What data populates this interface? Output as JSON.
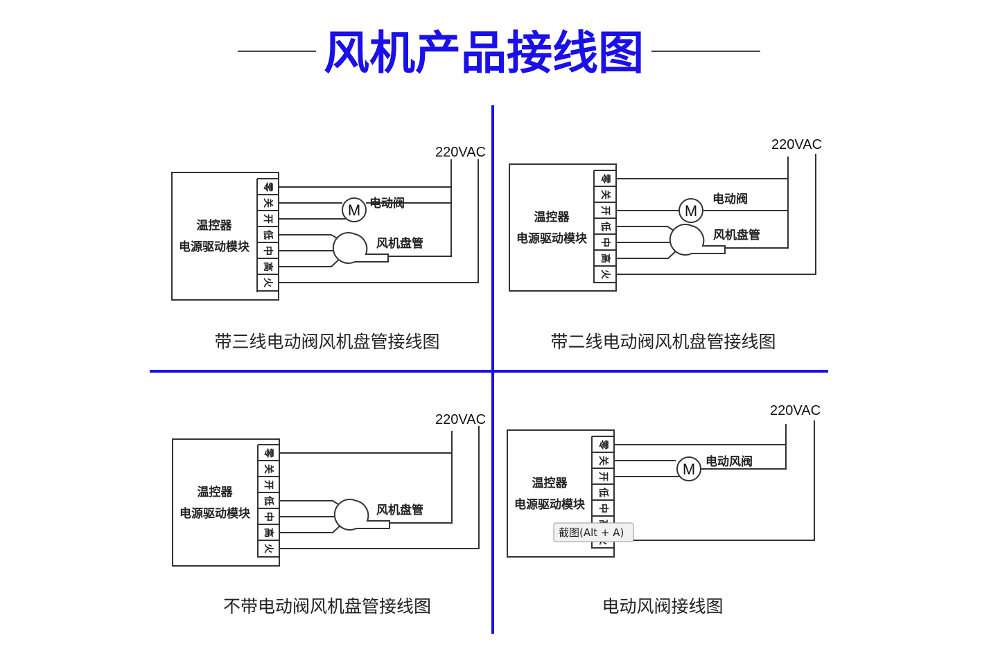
{
  "title": "风机产品接线图",
  "colors": {
    "title": "#1a10e8",
    "divider": "#1a10e8",
    "line": "#333333"
  },
  "panels": [
    {
      "id": "p1",
      "caption": "带三线电动阀风机盘管接线图",
      "voltage": "220VAC",
      "box_label_1": "温控器",
      "box_label_2": "电源驱动模块",
      "terminals": [
        "零",
        "关",
        "开",
        "低",
        "中",
        "高",
        "火"
      ],
      "motor_symbol": "M",
      "motor_label": "电动阀",
      "fan_label": "风机盘管"
    },
    {
      "id": "p2",
      "caption": "带二线电动阀风机盘管接线图",
      "voltage": "220VAC",
      "box_label_1": "温控器",
      "box_label_2": "电源驱动模块",
      "terminals": [
        "零",
        "关",
        "开",
        "低",
        "中",
        "高",
        "火"
      ],
      "motor_symbol": "M",
      "motor_label": "电动阀",
      "fan_label": "风机盘管"
    },
    {
      "id": "p3",
      "caption": "不带电动阀风机盘管接线图",
      "voltage": "220VAC",
      "box_label_1": "温控器",
      "box_label_2": "电源驱动模块",
      "terminals": [
        "零",
        "关",
        "开",
        "低",
        "中",
        "高",
        "火"
      ],
      "fan_label": "风机盘管"
    },
    {
      "id": "p4",
      "caption": "电动风阀接线图",
      "voltage": "220VAC",
      "box_label_1": "温控器",
      "box_label_2": "电源驱动模块",
      "terminals": [
        "零",
        "关",
        "开",
        "低",
        "中",
        "高",
        "火"
      ],
      "motor_symbol": "M",
      "motor_label": "电动风阀"
    }
  ],
  "tooltip": {
    "text": "截图(Alt + A)"
  }
}
